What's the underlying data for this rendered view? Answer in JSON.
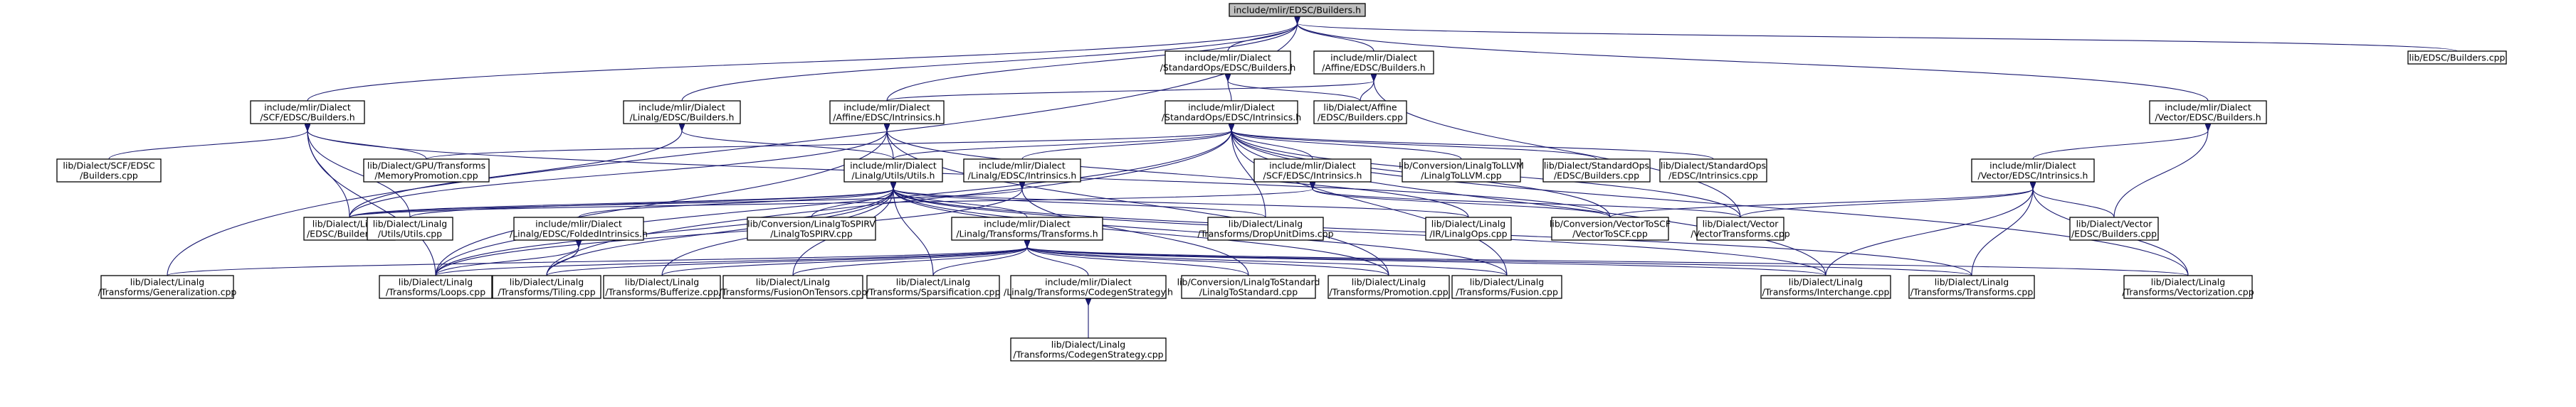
{
  "colors": {
    "edge": "#191970",
    "root_fill": "#bfbfbf",
    "node_fill": "#ffffff",
    "node_stroke": "#000000"
  },
  "nodes": {
    "root": [
      "include/mlir/EDSC/Builders.h"
    ],
    "std_b": [
      "include/mlir/Dialect",
      "/StandardOps/EDSC/Builders.h"
    ],
    "aff_b": [
      "include/mlir/Dialect",
      "/Affine/EDSC/Builders.h"
    ],
    "lib_edsc": [
      "lib/EDSC/Builders.cpp"
    ],
    "scf_b": [
      "include/mlir/Dialect",
      "/SCF/EDSC/Builders.h"
    ],
    "linalg_b": [
      "include/mlir/Dialect",
      "/Linalg/EDSC/Builders.h"
    ],
    "aff_i": [
      "include/mlir/Dialect",
      "/Affine/EDSC/Intrinsics.h"
    ],
    "std_i": [
      "include/mlir/Dialect",
      "/StandardOps/EDSC/Intrinsics.h"
    ],
    "aff_cpp": [
      "lib/Dialect/Affine",
      "/EDSC/Builders.cpp"
    ],
    "vec_b": [
      "include/mlir/Dialect",
      "/Vector/EDSC/Builders.h"
    ],
    "scf_cpp": [
      "lib/Dialect/SCF/EDSC",
      "/Builders.cpp"
    ],
    "gpu_mp": [
      "lib/Dialect/GPU/Transforms",
      "/MemoryPromotion.cpp"
    ],
    "linalg_utils": [
      "include/mlir/Dialect",
      "/Linalg/Utils/Utils.h"
    ],
    "scf_i": [
      "include/mlir/Dialect",
      "/SCF/EDSC/Intrinsics.h"
    ],
    "linalg_i": [
      "include/mlir/Dialect",
      "/Linalg/EDSC/Intrinsics.h"
    ],
    "conv_llvm": [
      "lib/Conversion/LinalgToLLVM",
      "/LinalgToLLVM.cpp"
    ],
    "std_b_cpp": [
      "lib/Dialect/StandardOps",
      "/EDSC/Builders.cpp"
    ],
    "std_i_cpp": [
      "lib/Dialect/StandardOps",
      "/EDSC/Intrinsics.cpp"
    ],
    "vec_i": [
      "include/mlir/Dialect",
      "/Vector/EDSC/Intrinsics.h"
    ],
    "linalg_edsc_cpp": [
      "lib/Dialect/Linalg",
      "/EDSC/Builders.cpp"
    ],
    "linalg_utils_cpp": [
      "lib/Dialect/Linalg",
      "/Utils/Utils.cpp"
    ],
    "folded": [
      "include/mlir/Dialect",
      "/Linalg/EDSC/FoldedIntrinsics.h"
    ],
    "conv_spirv": [
      "lib/Conversion/LinalgToSPIRV",
      "/LinalgToSPIRV.cpp"
    ],
    "transforms_h": [
      "include/mlir/Dialect",
      "/Linalg/Transforms/Transforms.h"
    ],
    "drop_unit": [
      "lib/Dialect/Linalg",
      "/Transforms/DropUnitDims.cpp"
    ],
    "linalg_ops": [
      "lib/Dialect/Linalg",
      "/IR/LinalgOps.cpp"
    ],
    "vec_to_scf": [
      "lib/Conversion/VectorToSCF",
      "/VectorToSCF.cpp"
    ],
    "vec_trans": [
      "lib/Dialect/Vector",
      "/VectorTransforms.cpp"
    ],
    "vec_b_cpp": [
      "lib/Dialect/Vector",
      "/EDSC/Builders.cpp"
    ],
    "generalization": [
      "lib/Dialect/Linalg",
      "/Transforms/Generalization.cpp"
    ],
    "loops": [
      "lib/Dialect/Linalg",
      "/Transforms/Loops.cpp"
    ],
    "tiling": [
      "lib/Dialect/Linalg",
      "/Transforms/Tiling.cpp"
    ],
    "bufferize": [
      "lib/Dialect/Linalg",
      "/Transforms/Bufferize.cpp"
    ],
    "fusion_tensors": [
      "lib/Dialect/Linalg",
      "/Transforms/FusionOnTensors.cpp"
    ],
    "sparsification": [
      "lib/Dialect/Linalg",
      "/Transforms/Sparsification.cpp"
    ],
    "codegen_h": [
      "include/mlir/Dialect",
      "/Linalg/Transforms/CodegenStrategy.h"
    ],
    "conv_std": [
      "lib/Conversion/LinalgToStandard",
      "/LinalgToStandard.cpp"
    ],
    "promotion": [
      "lib/Dialect/Linalg",
      "/Transforms/Promotion.cpp"
    ],
    "fusion": [
      "lib/Dialect/Linalg",
      "/Transforms/Fusion.cpp"
    ],
    "interchange": [
      "lib/Dialect/Linalg",
      "/Transforms/Interchange.cpp"
    ],
    "transforms_cpp": [
      "lib/Dialect/Linalg",
      "/Transforms/Transforms.cpp"
    ],
    "vectorization": [
      "lib/Dialect/Linalg",
      "/Transforms/Vectorization.cpp"
    ],
    "codegen_cpp": [
      "lib/Dialect/Linalg",
      "/Transforms/CodegenStrategy.cpp"
    ]
  }
}
